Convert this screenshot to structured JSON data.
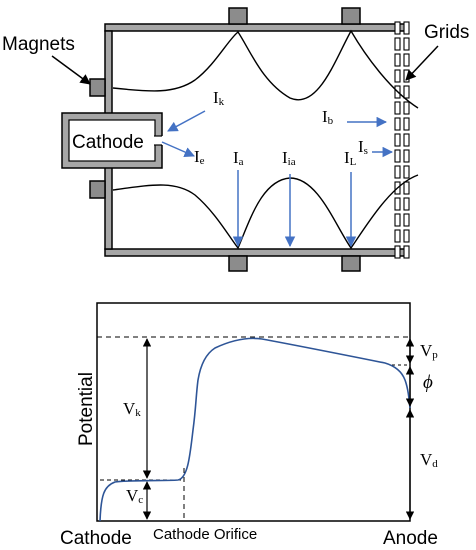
{
  "top": {
    "magnets": "Magnets",
    "grids": "Grids",
    "cathode": "Cathode",
    "currents": {
      "ik": {
        "main": "I",
        "sub": "k"
      },
      "ie": {
        "main": "I",
        "sub": "e"
      },
      "ia": {
        "main": "I",
        "sub": "a"
      },
      "iia": {
        "main": "I",
        "sub": "ia"
      },
      "il": {
        "main": "I",
        "sub": "L"
      },
      "ib": {
        "main": "I",
        "sub": "b"
      },
      "is": {
        "main": "I",
        "sub": "s"
      }
    }
  },
  "bottom": {
    "ylabel": "Potential",
    "x_cathode": "Cathode",
    "x_orifice": "Cathode Orifice",
    "x_anode": "Anode",
    "vk": {
      "main": "V",
      "sub": "k"
    },
    "vc": {
      "main": "V",
      "sub": "c"
    },
    "vp": {
      "main": "V",
      "sub": "p"
    },
    "vd": {
      "main": "V",
      "sub": "d"
    },
    "phi": "ϕ"
  },
  "colors": {
    "line": "#000000",
    "blue": "#4472c4",
    "wall": "#a6a6a6",
    "magnet": "#8c8c8c"
  }
}
